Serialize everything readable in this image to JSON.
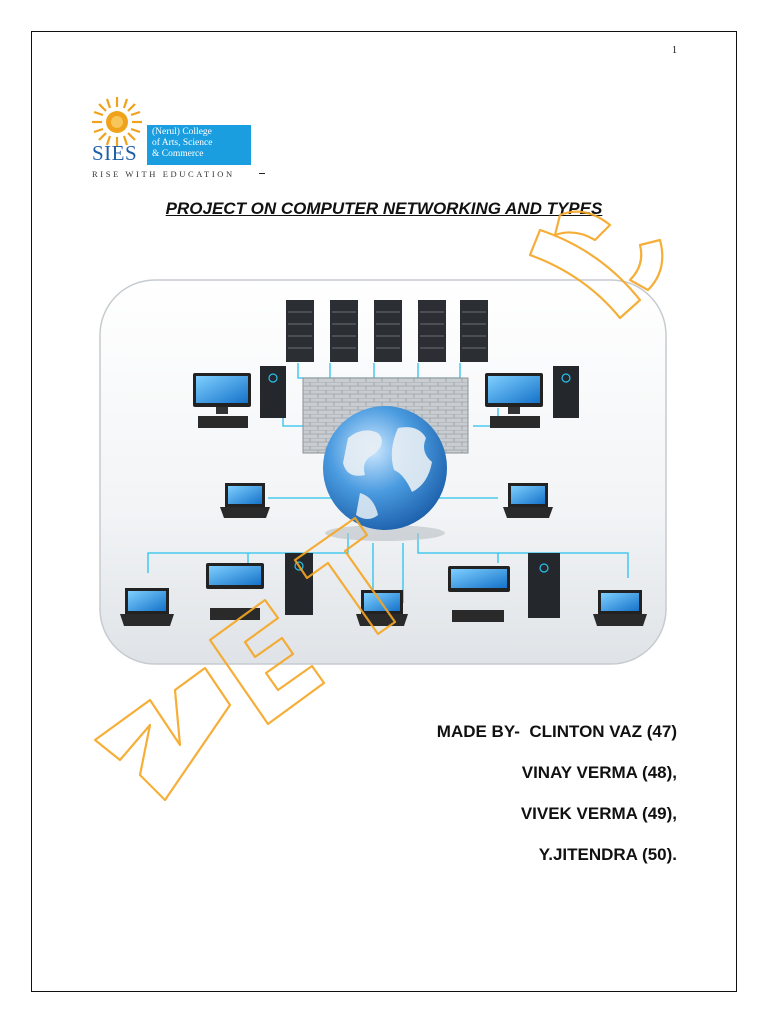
{
  "page": {
    "number": "1"
  },
  "logo": {
    "brand": "SIES",
    "college_lines": [
      "(Nerul) College",
      "of Arts, Science",
      "& Commerce"
    ],
    "tagline": "RISE WITH EDUCATION"
  },
  "title": "PROJECT ON COMPUTER NETWORKING AND TYPES",
  "watermark": {
    "color": "#f5a623"
  },
  "authors": [
    "MADE BY-  CLINTON VAZ (47)",
    "VINAY VERMA (48),",
    "VIVEK VERMA (49),",
    "Y.JITENDRA (50)."
  ]
}
